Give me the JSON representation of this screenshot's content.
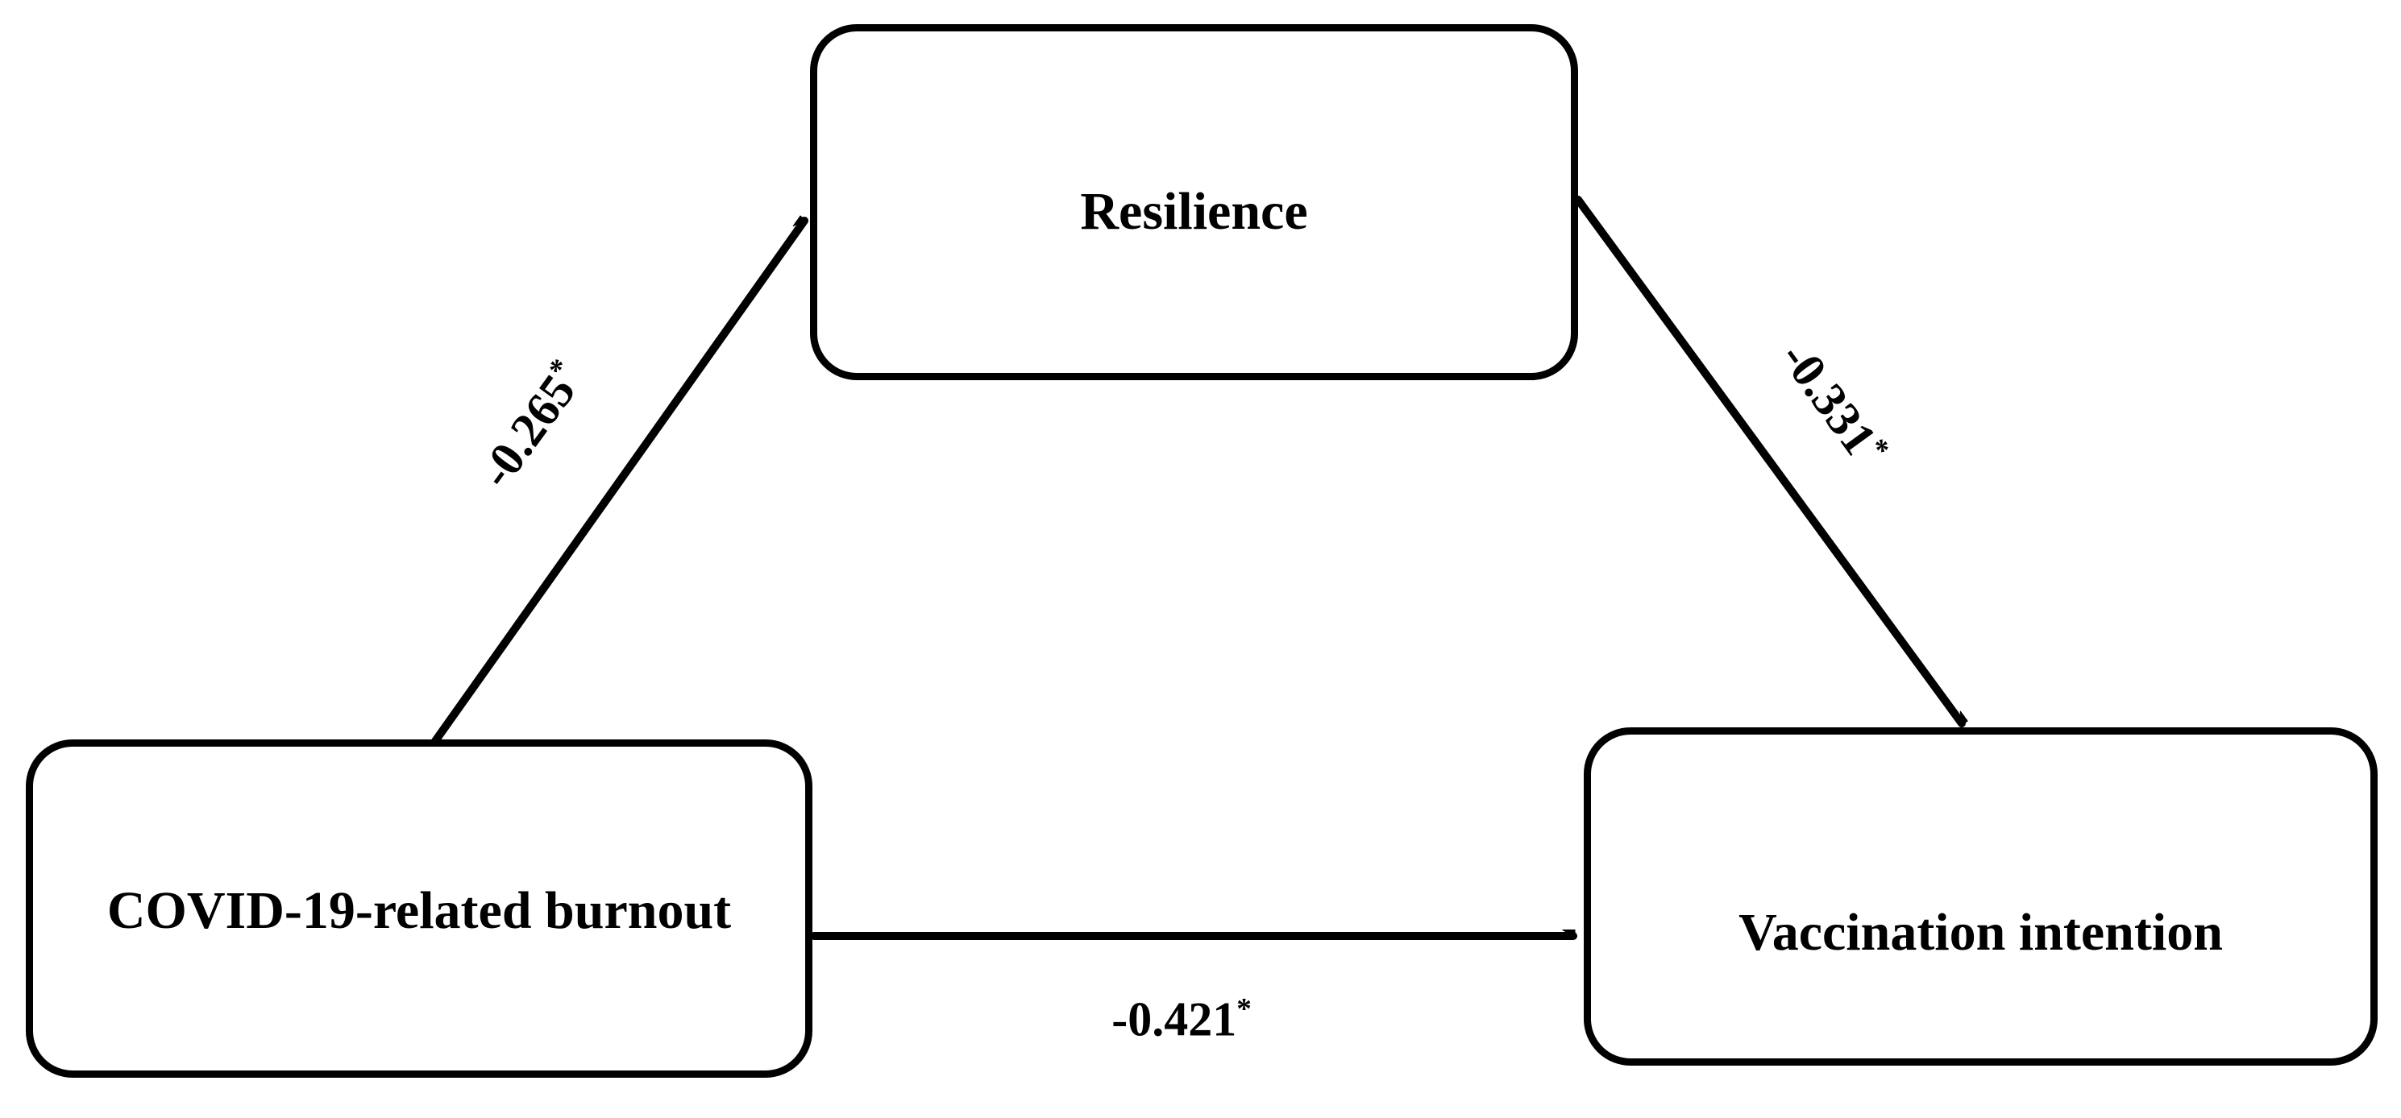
{
  "figure": {
    "description": "Mediation model diagram",
    "nodes": [
      {
        "id": "burnout",
        "label": "COVID-19-related burnout"
      },
      {
        "id": "resilience",
        "label": "Resilience"
      },
      {
        "id": "vaccination",
        "label": "Vaccination intention"
      }
    ],
    "paths": [
      {
        "id": "a",
        "from": "burnout",
        "to": "resilience",
        "coefficient": "-0.265",
        "sig": "*"
      },
      {
        "id": "b",
        "from": "resilience",
        "to": "vaccination",
        "coefficient": "-0.331",
        "sig": "*"
      },
      {
        "id": "c",
        "from": "burnout",
        "to": "vaccination",
        "coefficient": "-0.421",
        "sig": "*"
      }
    ],
    "colors": {
      "stroke": "#000000",
      "text": "#000000",
      "background": "#ffffff"
    }
  }
}
